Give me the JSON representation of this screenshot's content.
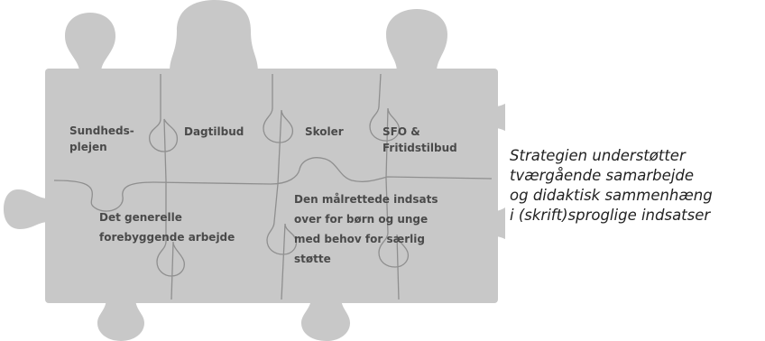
{
  "pieces": {
    "sundhedsplejen": [
      "Sundheds-",
      "plejen"
    ],
    "dagtilbud": [
      "Dagtilbud"
    ],
    "skoler": [
      "Skoler"
    ],
    "sfo": [
      "SFO &",
      "Fritidstilbud"
    ],
    "generelle": [
      "Det generelle",
      "forebyggende arbejde"
    ],
    "maalrettede": [
      "Den målrettede indsats",
      "over for børn og unge",
      "med behov for særlig",
      "støtte"
    ]
  },
  "caption": {
    "lines": [
      "Strategien understøtter",
      "tværgående samarbejde",
      "og didaktisk sammenhæng",
      "i (skrift)sproglige indsatser"
    ]
  },
  "colors": {
    "piece_fill": "#c8c8c8",
    "seam": "#8f8f8f",
    "label_text": "#4a4a4a",
    "caption_text": "#222222"
  }
}
